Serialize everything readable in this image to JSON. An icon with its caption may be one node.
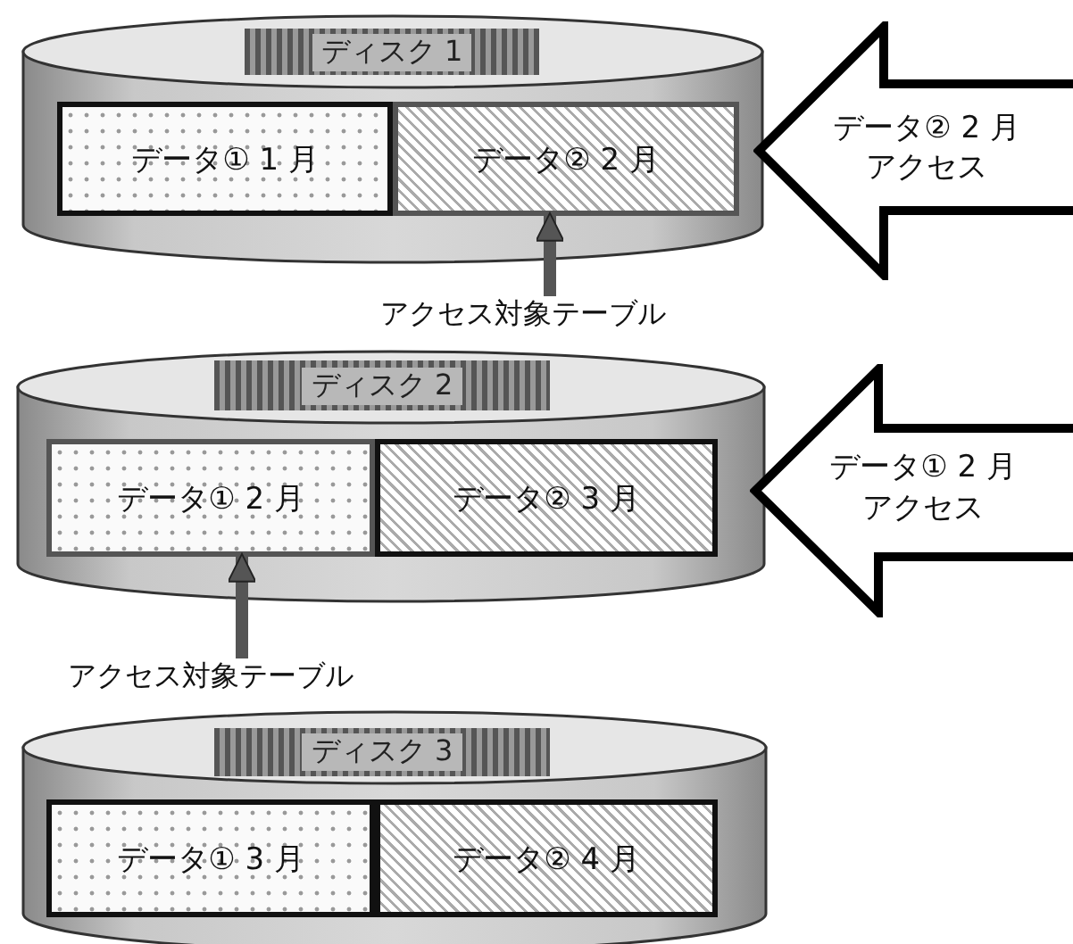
{
  "diagram": {
    "nodes": [
      {
        "text": [
          "ディスク 1"
        ]
      },
      {
        "text": [
          "データ① 1 月"
        ],
        "in": 0
      },
      {
        "text": [
          "データ② 2 月"
        ],
        "in": 0
      },
      {
        "text": [
          "データ② 2 月",
          "アクセス"
        ]
      },
      {
        "text": [
          "アクセス対象テーブル"
        ]
      },
      {
        "text": [
          "ディスク 2"
        ]
      },
      {
        "text": [
          "データ① 2 月"
        ],
        "in": 5
      },
      {
        "text": [
          "データ② 3 月"
        ],
        "in": 5
      },
      {
        "text": [
          "データ① 2 月",
          "アクセス"
        ]
      },
      {
        "text": [
          "アクセス対象テーブル"
        ]
      },
      {
        "text": [
          "ディスク 3"
        ]
      },
      {
        "text": [
          "データ① 3 月"
        ],
        "in": 10
      },
      {
        "text": [
          "データ② 4 月"
        ],
        "in": 10
      }
    ],
    "edges": [
      {
        "from": 4,
        "to": 2,
        "arrow": "to"
      },
      {
        "from": 9,
        "to": 6,
        "arrow": "to"
      }
    ]
  }
}
